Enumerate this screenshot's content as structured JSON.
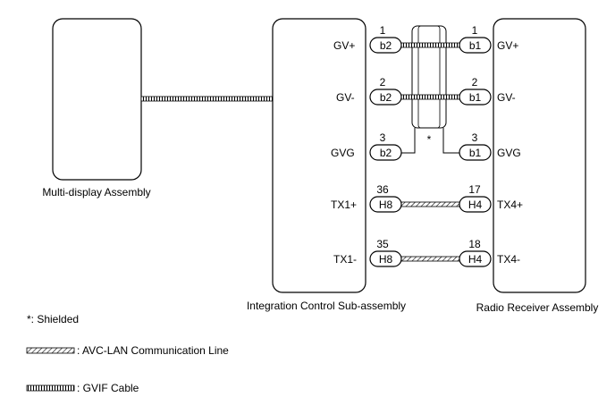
{
  "components": {
    "multi_display": "Multi-display Assembly",
    "integration_control": "Integration Control Sub-assembly",
    "radio_receiver": "Radio Receiver Assembly"
  },
  "connections": [
    {
      "left_pin": "1",
      "left_conn": "b2",
      "left_signal": "GV+",
      "right_pin": "1",
      "right_conn": "b1",
      "right_signal": "GV+",
      "line": "gvif"
    },
    {
      "left_pin": "2",
      "left_conn": "b2",
      "left_signal": "GV-",
      "right_pin": "2",
      "right_conn": "b1",
      "right_signal": "GV-",
      "line": "gvif"
    },
    {
      "left_pin": "3",
      "left_conn": "b2",
      "left_signal": "GVG",
      "right_pin": "3",
      "right_conn": "b1",
      "right_signal": "GVG",
      "line": "shield"
    },
    {
      "left_pin": "36",
      "left_conn": "H8",
      "left_signal": "TX1+",
      "right_pin": "17",
      "right_conn": "H4",
      "right_signal": "TX4+",
      "line": "avc"
    },
    {
      "left_pin": "35",
      "left_conn": "H8",
      "left_signal": "TX1-",
      "right_pin": "18",
      "right_conn": "H4",
      "right_signal": "TX4-",
      "line": "avc"
    }
  ],
  "shield_mark": "*",
  "legend": {
    "shielded": "*: Shielded",
    "avc_lan": ": AVC-LAN Communication Line",
    "gvif": ": GVIF Cable"
  }
}
